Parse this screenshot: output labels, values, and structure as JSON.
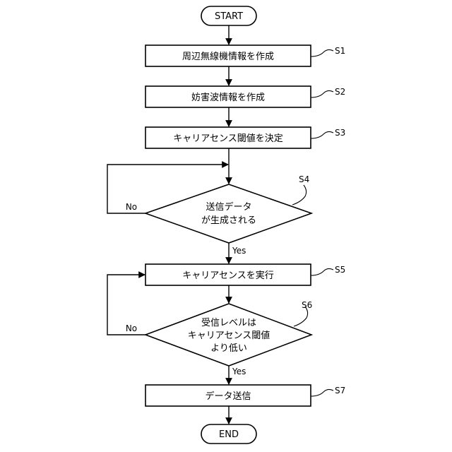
{
  "flowchart": {
    "start": "START",
    "end": "END",
    "steps": {
      "s1": {
        "id": "S1",
        "text": "周辺無線機情報を作成"
      },
      "s2": {
        "id": "S2",
        "text": "妨害波情報を作成"
      },
      "s3": {
        "id": "S3",
        "text": "キャリアセンス閾値を決定"
      },
      "s4": {
        "id": "S4",
        "line1": "送信データ",
        "line2": "が生成される"
      },
      "s5": {
        "id": "S5",
        "text": "キャリアセンスを実行"
      },
      "s6": {
        "id": "S6",
        "line1": "受信レベルは",
        "line2": "キャリアセンス閾値",
        "line3": "より低い"
      },
      "s7": {
        "id": "S7",
        "text": "データ送信"
      }
    },
    "branches": {
      "s4_no": "No",
      "s4_yes": "Yes",
      "s6_no": "No",
      "s6_yes": "Yes"
    }
  }
}
